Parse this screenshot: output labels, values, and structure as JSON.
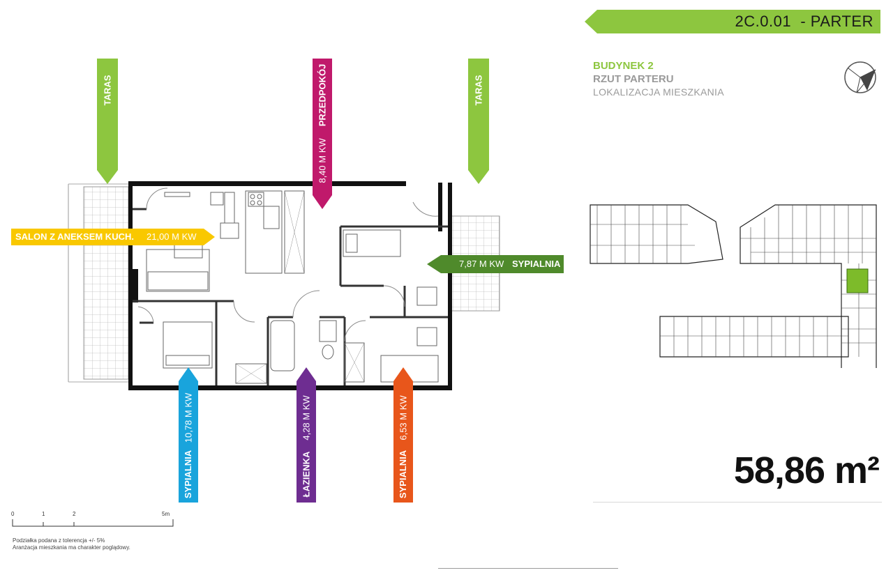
{
  "header": {
    "unit_code": "2C.0.01",
    "level": "- PARTER",
    "building": "BUDYNEK 2",
    "plan_name": "RZUT PARTERU",
    "location_label": "LOKALIZACJA MIESZKANIA"
  },
  "total_area": "58,86 m²",
  "rooms": {
    "taras_left": {
      "name": "TARAS",
      "color": "#8dc63f"
    },
    "taras_right": {
      "name": "TARAS",
      "color": "#8dc63f"
    },
    "przedpokoj": {
      "name": "PRZEDPOKÓJ",
      "area": "8,40 M KW",
      "color": "#c0196b"
    },
    "salon": {
      "name": "SALON Z ANEKSEM KUCH.",
      "area": "21,00 M KW",
      "color": "#f9c800"
    },
    "sypialnia_right": {
      "name": "SYPIALNIA",
      "area": "7,87 M KW",
      "color": "#4f8a2b"
    },
    "sypialnia_blue": {
      "name": "SYPIALNIA",
      "area": "10,78 M KW",
      "color": "#19a4dc"
    },
    "lazienka": {
      "name": "ŁAZIENKA",
      "area": "4,28 M KW",
      "color": "#6e2d91"
    },
    "sypialnia_orange": {
      "name": "SYPIALNIA",
      "area": "6,53 M KW",
      "color": "#e8561b"
    }
  },
  "scale": {
    "t0": "0",
    "t1": "1",
    "t2": "2",
    "t5": "5m"
  },
  "notes": {
    "line1": "Podziałka podana z tolerencja +/- 5%",
    "line2": "Aranżacja mieszkania ma charakter poglądowy."
  },
  "colors": {
    "accent": "#8dc63f",
    "highlight": "#7dbb2a"
  }
}
